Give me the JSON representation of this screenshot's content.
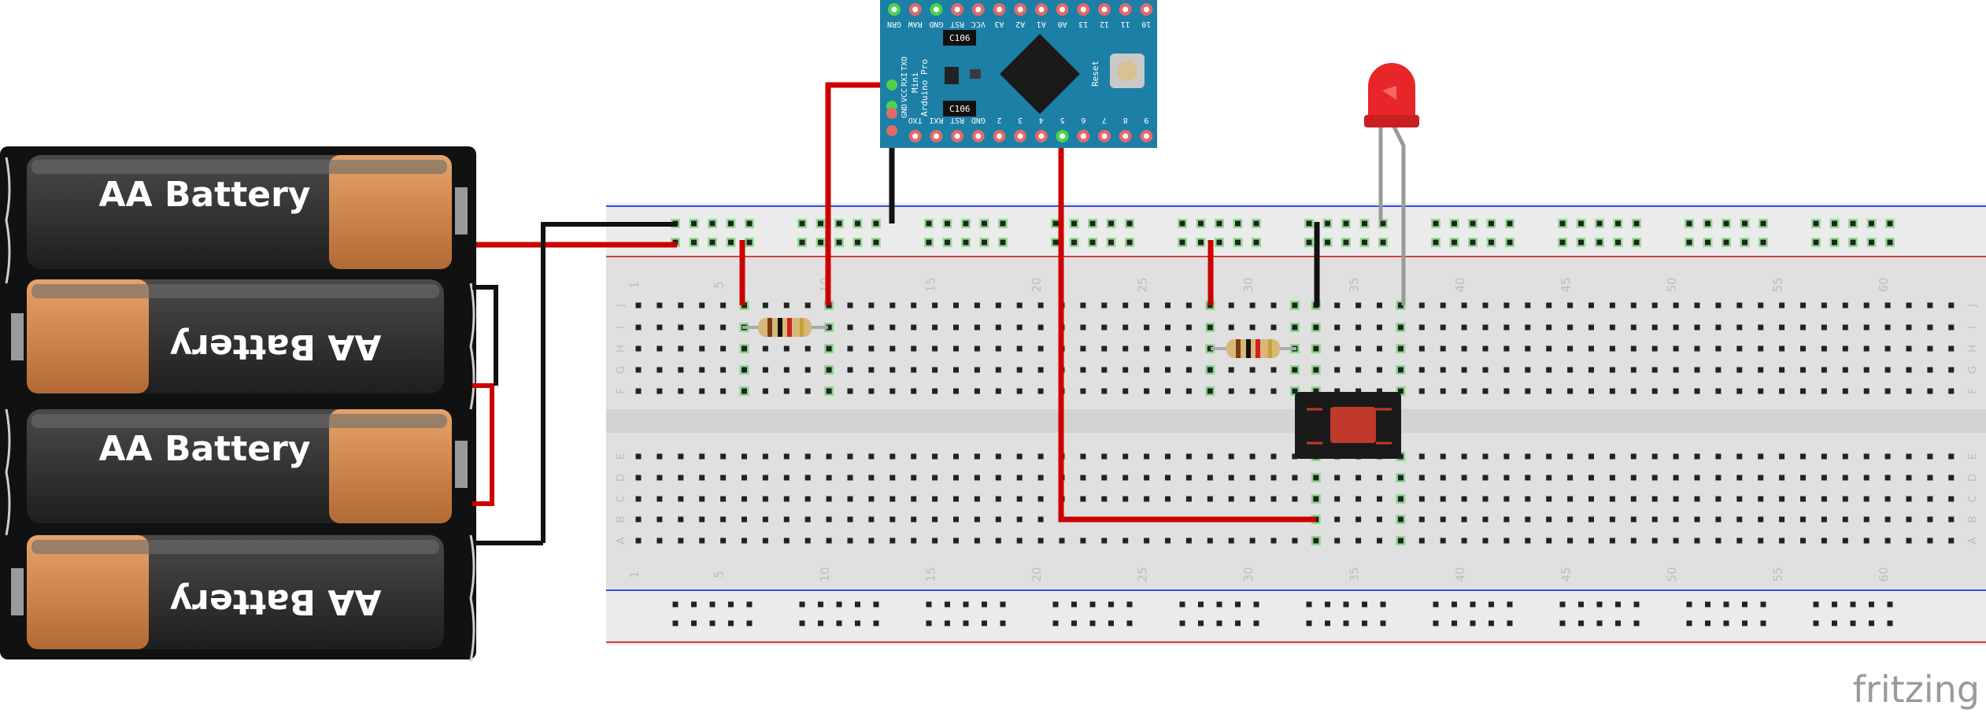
{
  "battery_pack": {
    "cells": [
      "AA Battery",
      "AA Battery",
      "AA Battery",
      "AA Battery"
    ]
  },
  "arduino": {
    "top_pins": [
      "GRN",
      "RAW",
      "GND",
      "RST",
      "VCC",
      "A3",
      "A2",
      "A1",
      "A0",
      "13",
      "12",
      "11",
      "10"
    ],
    "bottom_pins": [
      "TXO",
      "RXI",
      "RST",
      "GND",
      "2",
      "3",
      "4",
      "5",
      "6",
      "7",
      "8",
      "9"
    ],
    "left_pins": [
      "GND",
      "VCC",
      "RXI",
      "TXO"
    ],
    "board_name_1": "Arduino Pro",
    "board_name_2": "Mini",
    "cap_label_1": "C106",
    "cap_label_2": "C106",
    "reset_label": "Reset"
  },
  "breadboard": {
    "column_labels": [
      "1",
      "5",
      "10",
      "15",
      "20",
      "25",
      "30",
      "35",
      "40",
      "45",
      "50",
      "55",
      "60"
    ],
    "row_labels_top": [
      "J",
      "I",
      "H",
      "G",
      "F"
    ],
    "row_labels_bottom": [
      "E",
      "D",
      "C",
      "B",
      "A"
    ]
  },
  "colors": {
    "wire_red": "#cc0000",
    "wire_black": "#111111",
    "board_blue": "#1c7fa6",
    "led_red": "#e8262a",
    "rail_red": "#d43c3c",
    "rail_blue": "#3c4bd4",
    "hole_active": "#4cd24c"
  },
  "brand": "fritzing"
}
